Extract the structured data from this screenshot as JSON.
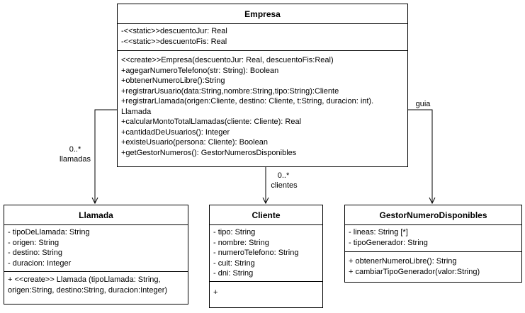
{
  "empresa": {
    "name": "Empresa",
    "attributes": [
      "-<<static>>descuentoJur: Real",
      "-<<static>>descuentoFis: Real"
    ],
    "methods": [
      "<<create>>Empresa(descuentoJur: Real, descuentoFis:Real)",
      "+agegarNumeroTelefono(str: String): Boolean",
      "+obtenerNumeroLibre():String",
      "+registrarUsuario(data:String,nombre:String,tipo:String):Cliente",
      "+registrarLlamada(origen:Cliente, destino: Cliente, t:String, duracion: int). Llamada",
      "+calcularMontoTotalLlamadas(cliente: Cliente): Real",
      "+cantidadDeUsuarios(): Integer",
      "+existeUsuario(persona: Cliente): Boolean",
      "+getGestorNumeros(): GestorNumerosDisponibles"
    ]
  },
  "llamada": {
    "name": "Llamada",
    "attributes": [
      "- tipoDeLlamada: String",
      "- origen: String",
      "- destino: String",
      "- duracion: Integer"
    ],
    "methods": [
      "+ <<create>> Llamada (tipoLlamada: String, origen:String, destino:String, duracion:Integer)"
    ]
  },
  "cliente": {
    "name": "Cliente",
    "attributes": [
      "- tipo: String",
      "- nombre: String",
      "- numeroTelefono: String",
      "- cuit: String",
      "- dni: String"
    ],
    "methods": [
      "+"
    ]
  },
  "gestor": {
    "name": "GestorNumeroDisponibles",
    "attributes": [
      "- lineas: String [*]",
      "- tipoGenerador: String"
    ],
    "methods": [
      "+ obtenerNumeroLibre(): String",
      "+ cambiarTipoGenerador(valor:String)"
    ]
  },
  "associations": {
    "llamadas": {
      "multiplicity": "0..*",
      "role": "llamadas"
    },
    "clientes": {
      "multiplicity": "0..*",
      "role": "clientes"
    },
    "guia": {
      "role": "guia"
    }
  }
}
